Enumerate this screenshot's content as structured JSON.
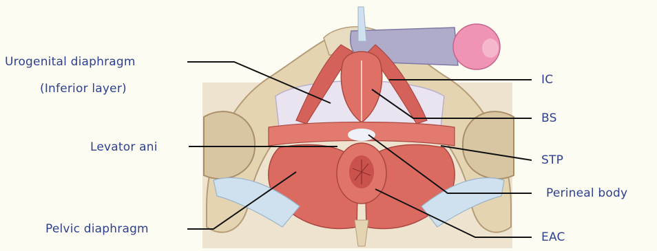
{
  "labels": {
    "urogenital_line1": "Urogenital diaphragm",
    "urogenital_line2": "(Inferior layer)",
    "levator_ani": "Levator ani",
    "pelvic_diaphragm": "Pelvic diaphragm",
    "ic": "IC",
    "bs": "BS",
    "stp": "STP",
    "perineal_body": "Perineal body",
    "eac": "EAC"
  },
  "colors": {
    "background": "#fcfcf3",
    "label_text": "#2d3f8f",
    "leader_line": "#111111",
    "muscle": "#d9695e",
    "muscle_dark": "#b94a44",
    "bone": "#e6d8b8",
    "bone_shadow": "#bfa98a",
    "ligament": "#cfe0ee",
    "penis_shaft": "#a8a6c6",
    "glans": "#ec8fb0"
  }
}
